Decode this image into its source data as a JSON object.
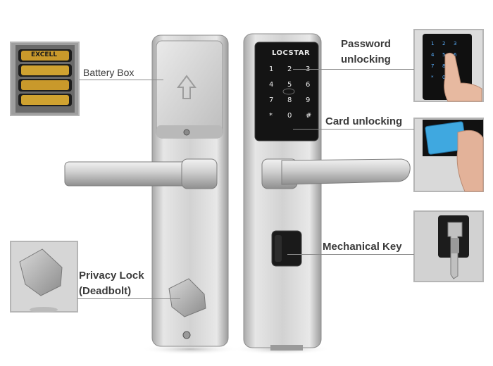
{
  "labels": {
    "battery_box": "Battery Box",
    "password_unlocking_1": "Password",
    "password_unlocking_2": "unlocking",
    "card_unlocking": "Card unlocking",
    "mechanical_key": "Mechanical Key",
    "privacy_lock_1": "Privacy Lock",
    "privacy_lock_2": "(Deadbolt)"
  },
  "brand": "LOCSTAR",
  "battery_brand": "EXCELL",
  "keypad": [
    "1",
    "2",
    "3",
    "4",
    "5",
    "6",
    "7",
    "8",
    "9",
    "*",
    "0",
    "#"
  ],
  "colors": {
    "steel": "#cfcfcf",
    "panel_dark": "#141414",
    "keypad_light": "#e8e8e8",
    "card_blue": "#3fa8e0",
    "label_text": "#3a3a3a"
  }
}
